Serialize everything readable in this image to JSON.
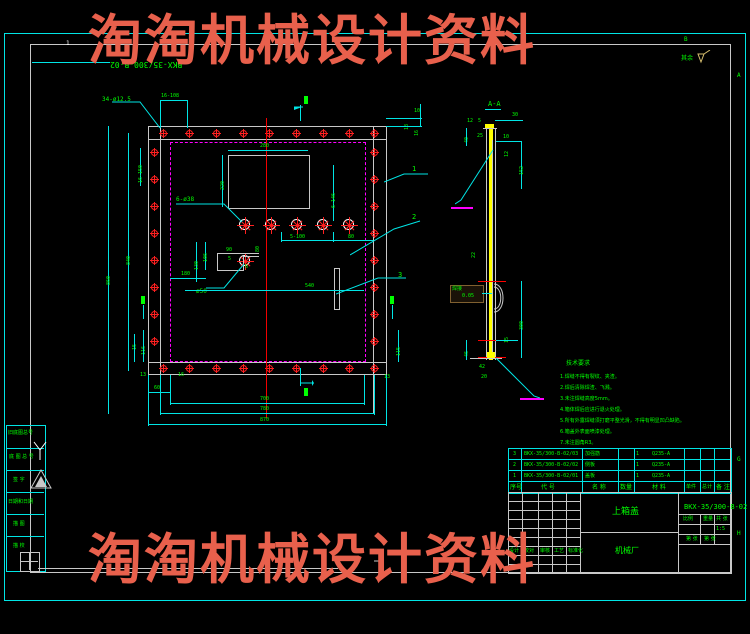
{
  "meta": {
    "background": "#000000",
    "colors": {
      "cyan": "#00e5e5",
      "green": "#00ff00",
      "white": "#c8c8c8",
      "red": "#ff0000",
      "magenta": "#ff00ff",
      "yellow": "#ffff00",
      "watermark": "#e8604c"
    }
  },
  "watermark": {
    "top_text": "淘淘机械设计资料",
    "bottom_text": "淘淘机械设计资料"
  },
  "sheet": {
    "zone_labels": {
      "top_right": "B",
      "right_a": "A",
      "right_g": "G",
      "right_h": "H"
    },
    "corner_code": "BKX-35/300-B-02",
    "surface_finish_symbol": "其余"
  },
  "front_view": {
    "label_a_top": "A",
    "label_a_bottom": "A",
    "label_b_left": "B",
    "label_b_right": "B",
    "dims": {
      "top_pitch": "16-108",
      "bolt_callout": "34-ø12.5",
      "plate_box_w": "280",
      "plate_box_h": "220",
      "hole_callout": "6-ø38",
      "hole_pitch": "5-100",
      "hole_end": "80",
      "vert_hole_pitch": "6-146",
      "detail_106": "106",
      "detail_130": "130",
      "detail_90": "90",
      "detail_5": "5",
      "detail_80": "80",
      "detail_6": "6",
      "dim_180": "180",
      "dim_phi50": "ø50",
      "dim_540": "540",
      "dim_700": "700",
      "dim_780": "780",
      "dim_870": "870",
      "dim_860": "860",
      "dim_840": "840",
      "dim_16_150": "16-150",
      "dim_115_r": "115",
      "dim_15": "15",
      "dim_116": "116",
      "dim_13": "13",
      "dim_60": "60",
      "dim_16": "16",
      "dim_13r": "13",
      "dim_10": "10",
      "dim_16t": "16",
      "dim_18": "18"
    },
    "leaders": [
      "1",
      "2",
      "3"
    ]
  },
  "section_view": {
    "title": "A-A",
    "dims": {
      "d30": "30",
      "d12": "12",
      "d5": "5",
      "d40": "40",
      "d25": "25",
      "d10": "10",
      "d12b": "12",
      "d152": "152",
      "d22": "22",
      "d300": "300",
      "d15": "15",
      "d46": "46",
      "d42": "42",
      "d20": "20"
    },
    "weld_note": "0.05",
    "weld_label": "焊接"
  },
  "notes": {
    "title": "技术要求",
    "items": [
      "1.焊缝不得有裂纹、夹渣。",
      "2.焊后清除焊渣、飞溅。",
      "3.未注焊缝高度5mm。",
      "4.箱体焊后应进行退火处理。",
      "5.所有外露焊缝须打磨平整光滑，不得有明显凹凸缺陷。",
      "6.箱盖外表面喷漆处理。",
      "7.未注圆角R3。"
    ]
  },
  "title_block": {
    "parts_table": {
      "headers": [
        "序号",
        "代 号",
        "名 称",
        "数量",
        "材 料",
        "单件 总计",
        "备 注"
      ],
      "header_weight_sub": [
        "单件",
        "总计"
      ],
      "rows": [
        {
          "no": "3",
          "code": "BKX-35/300-B-02/03",
          "name": "加强筋",
          "qty": "1",
          "material": "Q235-A",
          "w1": "",
          "w2": "",
          "remark": ""
        },
        {
          "no": "2",
          "code": "BKX-35/300-B-02/02",
          "name": "侧板",
          "qty": "1",
          "material": "Q235-A",
          "w1": "",
          "w2": "",
          "remark": ""
        },
        {
          "no": "1",
          "code": "BKX-35/300-B-02/01",
          "name": "盖板",
          "qty": "1",
          "material": "Q235-A",
          "w1": "",
          "w2": "",
          "remark": ""
        }
      ]
    },
    "drawing_name": "上箱盖",
    "company": "机械厂",
    "drawing_number": "BKX-35/300-B-02",
    "scale_label": "比例",
    "weight_label": "重量",
    "sheet_label": "共 张",
    "sheet_no_label": "第 张",
    "scale_value": "1:5",
    "signature_rows": [
      "设计",
      "校对",
      "审核",
      "工艺",
      "标准化",
      "批准"
    ],
    "sig_cols": [
      "标记",
      "处数",
      "分区",
      "更改文件号",
      "签名",
      "年月日"
    ]
  },
  "left_margin_table": {
    "rows": [
      "旧底图总号",
      "底 图 总 号",
      "签 字",
      "日期和日期",
      "描 图",
      "描 校"
    ]
  }
}
